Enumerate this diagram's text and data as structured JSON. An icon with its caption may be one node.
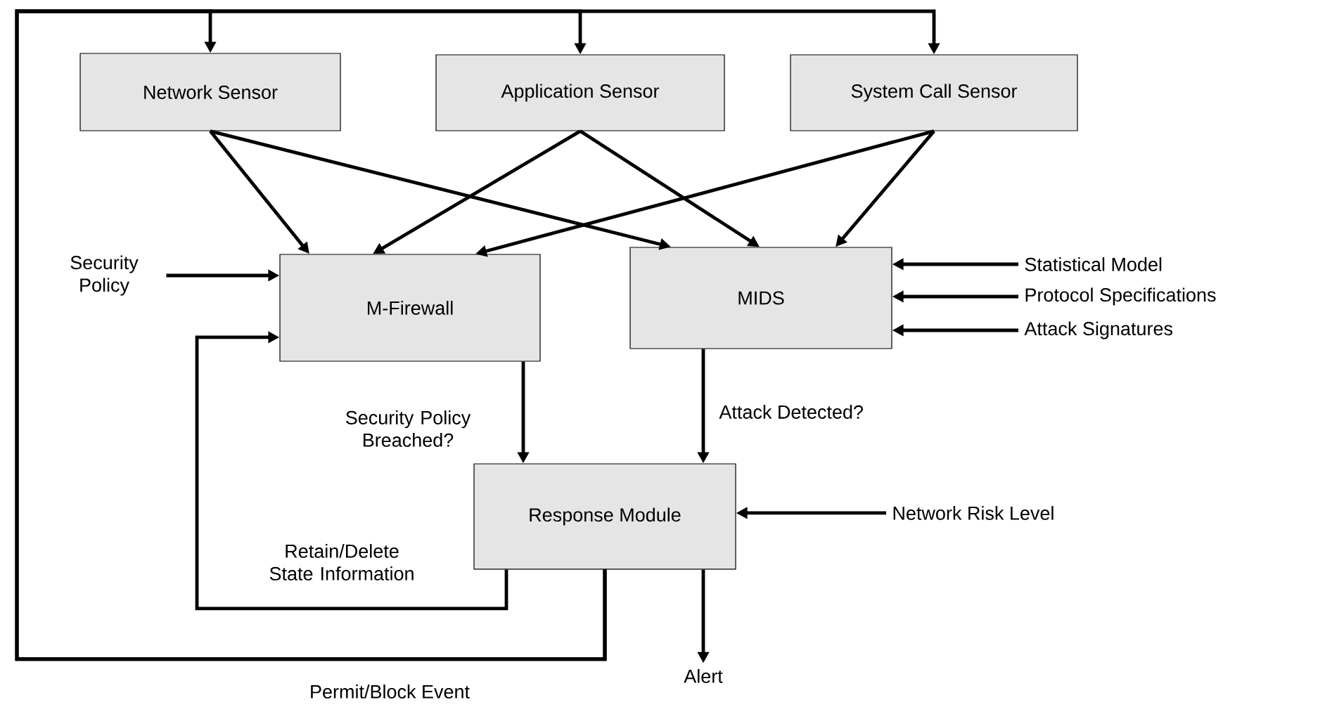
{
  "diagram": {
    "nodes": [
      {
        "text": [
          "Network Sensor"
        ]
      },
      {
        "text": [
          "Application Sensor"
        ]
      },
      {
        "text": [
          "System Call Sensor"
        ]
      },
      {
        "text": [
          "M-Firewall"
        ]
      },
      {
        "text": [
          "MIDS"
        ]
      },
      {
        "text": [
          "Response Module"
        ]
      },
      {
        "text": [
          "Security Policy"
        ]
      },
      {
        "text": [
          "Statistical Model"
        ]
      },
      {
        "text": [
          "Protocol Specifications"
        ]
      },
      {
        "text": [
          "Attack Signatures"
        ]
      },
      {
        "text": [
          "Network Risk Level"
        ]
      },
      {
        "text": [
          "Alert"
        ]
      }
    ],
    "edges": [
      {
        "from": 0,
        "to": 3,
        "arrow": "to"
      },
      {
        "from": 0,
        "to": 4,
        "arrow": "to"
      },
      {
        "from": 1,
        "to": 3,
        "arrow": "to"
      },
      {
        "from": 1,
        "to": 4,
        "arrow": "to"
      },
      {
        "from": 2,
        "to": 3,
        "arrow": "to"
      },
      {
        "from": 2,
        "to": 4,
        "arrow": "to"
      },
      {
        "from": 6,
        "to": 3,
        "arrow": "to"
      },
      {
        "from": 7,
        "to": 4,
        "arrow": "to"
      },
      {
        "from": 8,
        "to": 4,
        "arrow": "to"
      },
      {
        "from": 9,
        "to": 4,
        "arrow": "to"
      },
      {
        "from": 3,
        "to": 5,
        "arrow": "to",
        "label": "Security Policy Breached?"
      },
      {
        "from": 4,
        "to": 5,
        "arrow": "to",
        "label": "Attack Detected?"
      },
      {
        "from": 10,
        "to": 5,
        "arrow": "to"
      },
      {
        "from": 5,
        "to": 11,
        "arrow": "to"
      },
      {
        "from": 5,
        "to": 3,
        "arrow": "to",
        "label": "Retain/Delete State Information"
      },
      {
        "from": 5,
        "to": 0,
        "arrow": "to",
        "label": "Permit/Block Event"
      },
      {
        "from": 5,
        "to": 1,
        "arrow": "to"
      },
      {
        "from": 5,
        "to": 2,
        "arrow": "to"
      }
    ]
  }
}
